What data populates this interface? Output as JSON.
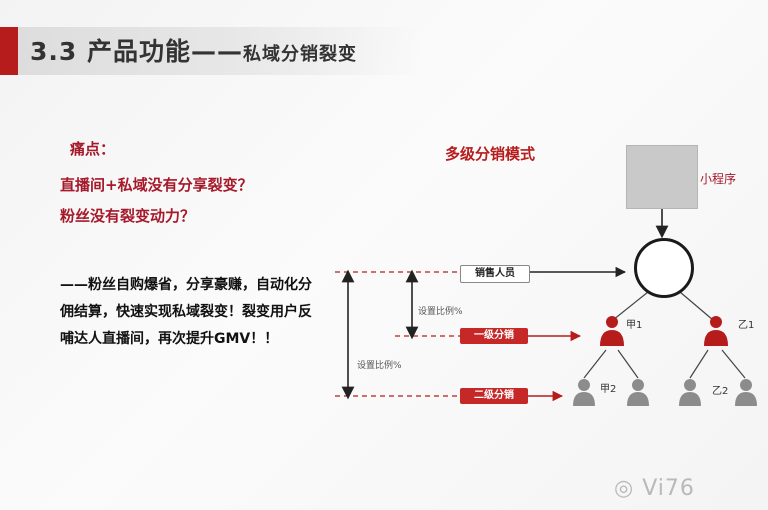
{
  "slide": {
    "title_number": "3.3",
    "title_main": "产品功能——",
    "title_sub": "私域分销裂变"
  },
  "pain_points": {
    "heading": "痛点：",
    "lines": [
      "直播间+私域没有分享裂变？",
      "粉丝没有裂变动力？"
    ]
  },
  "solution": {
    "text": "——粉丝自购爆省，分享豪赚，自动化分佣结算，快速实现私域裂变！裂变用户反哺达人直播间，再次提升GMV！！"
  },
  "diagram": {
    "title": "多级分销模式",
    "mini_program_label": "小程序",
    "sales_tag": "销售人员",
    "level1_tag": "一级分销",
    "level2_tag": "二级分销",
    "ratio_label_1": "设置比例%",
    "ratio_label_2": "设置比例%",
    "node_jia1": "甲1",
    "node_yi1": "乙1",
    "node_jia2": "甲2",
    "node_yi2": "乙2",
    "colors": {
      "accent": "#b71c1c",
      "person_red": "#b71c1c",
      "person_gray": "#8c8c8c"
    }
  },
  "watermark": {
    "text": "Vi76"
  }
}
